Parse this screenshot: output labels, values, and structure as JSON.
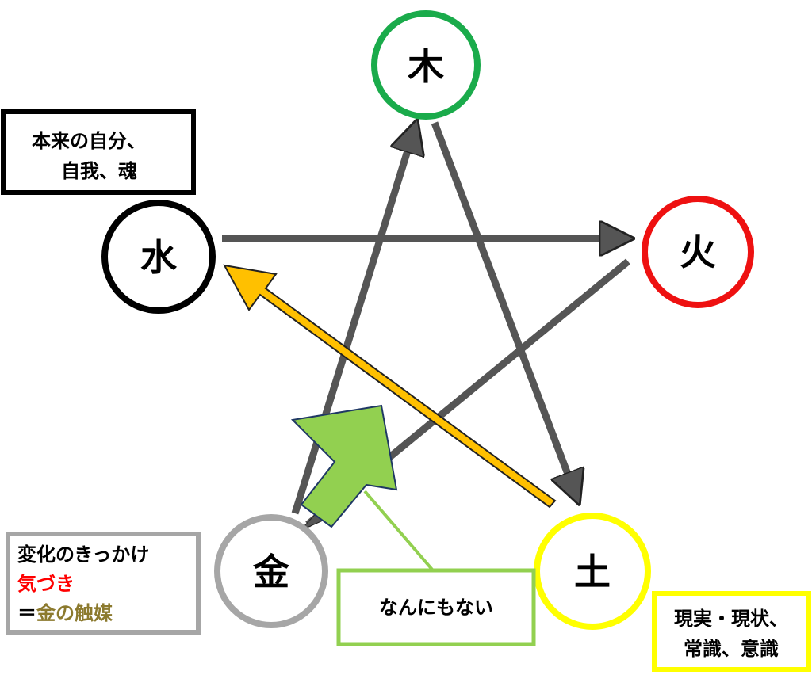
{
  "elements": {
    "wood": {
      "label": "木",
      "color": "#1aab4b"
    },
    "fire": {
      "label": "火",
      "color": "#ee1111"
    },
    "earth": {
      "label": "土",
      "color": "#ffff00"
    },
    "metal": {
      "label": "金",
      "color": "#a6a6a6"
    },
    "water": {
      "label": "水",
      "color": "#000000"
    }
  },
  "notes": {
    "water_note": {
      "line1": "本来の自分、",
      "line2": "自我、魂",
      "border": "#000000"
    },
    "metal_note": {
      "line1": "変化のきっかけ",
      "line2": "気づき",
      "line3_prefix": "＝",
      "line3_highlight": "金の触媒",
      "border": "#a6a6a6",
      "line2_color": "#ff0000",
      "highlight_color": "#8c7a2e"
    },
    "earth_note": {
      "line1": "現実・現状、",
      "line2": "常識、意識",
      "border": "#ffff00"
    },
    "center_note": {
      "text": "なんにもない",
      "border": "#92d050"
    }
  },
  "arrows": {
    "cycle_color": "#555555",
    "earth_to_water_color": "#ffc000",
    "green_arrow_fill": "#92d050",
    "green_arrow_stroke": "#1f3864"
  }
}
